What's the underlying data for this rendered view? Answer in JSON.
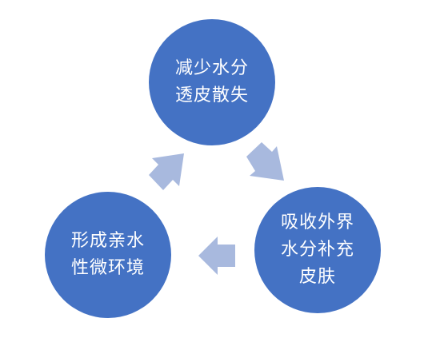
{
  "diagram": {
    "nodes": [
      {
        "lines": [
          "减少水分",
          "透皮散失"
        ]
      },
      {
        "lines": [
          "吸收外界",
          "水分补充",
          "皮肤"
        ]
      },
      {
        "lines": [
          "形成亲水",
          "性微环境"
        ]
      }
    ],
    "colors": {
      "node_fill": "#4472c4",
      "node_text": "#ffffff",
      "arrow_fill": "#a8b9de"
    },
    "flow": "clockwise cycle"
  }
}
